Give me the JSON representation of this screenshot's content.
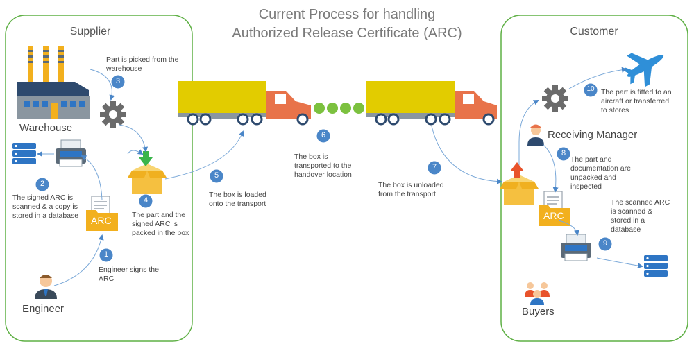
{
  "title_line1": "Current Process for handling",
  "title_line2": "Authorized Release Certificate (ARC)",
  "supplier": {
    "label": "Supplier",
    "warehouse_label": "Warehouse",
    "engineer_label": "Engineer",
    "arc_text": "ARC"
  },
  "customer": {
    "label": "Customer",
    "receiving_manager_label": "Receiving Manager",
    "buyers_label": "Buyers",
    "arc_text": "ARC"
  },
  "steps": [
    {
      "num": "1",
      "text": "Engineer signs the ARC"
    },
    {
      "num": "2",
      "text": "The signed ARC is scanned & a copy is stored in a database"
    },
    {
      "num": "3",
      "text": "Part is picked from the warehouse"
    },
    {
      "num": "4",
      "text": "The part and the signed ARC is packed in the box"
    },
    {
      "num": "5",
      "text": "The box is loaded onto the transport"
    },
    {
      "num": "6",
      "text": "The box is transported to the handover location"
    },
    {
      "num": "7",
      "text": "The box is unloaded from the transport"
    },
    {
      "num": "8",
      "text": "The part and documentation are unpacked and inspected"
    },
    {
      "num": "9",
      "text": "The scanned ARC is scanned & stored in a database"
    },
    {
      "num": "10",
      "text": "The part is fitted to an aircraft or transferred to stores"
    }
  ],
  "colors": {
    "panel_border": "#5fb045",
    "badge": "#4a86c8",
    "truck_cab": "#e8734a",
    "truck_trailer": "#e2cc00",
    "dots": "#7cc13f",
    "database": "#2e75c4",
    "folder": "#f2b01e",
    "box": "#f5c040",
    "arrow_green": "#39b54a",
    "arrow_red": "#e8532b",
    "gear": "#6b6b6b",
    "airplane": "#2f8fd8"
  }
}
